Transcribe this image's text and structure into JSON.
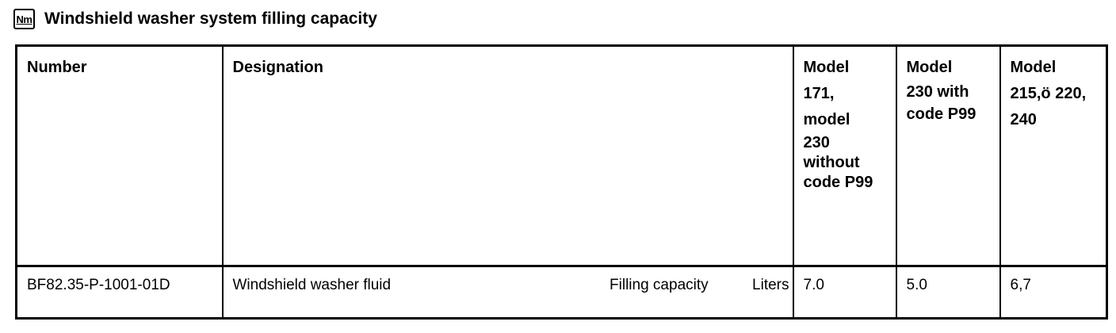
{
  "page": {
    "icon_label": "Nm",
    "title": "Windshield washer system filling capacity"
  },
  "table": {
    "header": {
      "number": "Number",
      "designation": "Designation",
      "model_cols": [
        {
          "para1": [
            "Model",
            "171,",
            "model"
          ],
          "para2": [
            "230",
            "without",
            "code P99"
          ]
        },
        {
          "para1": [
            "Model"
          ],
          "para2": [
            "230 with",
            "code P99"
          ]
        },
        {
          "para1": [
            "Model"
          ],
          "para2": [
            "215,ö 220,",
            "240"
          ]
        }
      ]
    },
    "row": {
      "number": "BF82.35-P-1001-01D",
      "designation": "Windshield washer fluid",
      "property": "Filling capacity",
      "unit": "Liters",
      "values": [
        "7.0",
        "5.0",
        "6,7"
      ]
    }
  },
  "colors": {
    "text": "#000000",
    "background": "#ffffff",
    "border": "#000000"
  }
}
